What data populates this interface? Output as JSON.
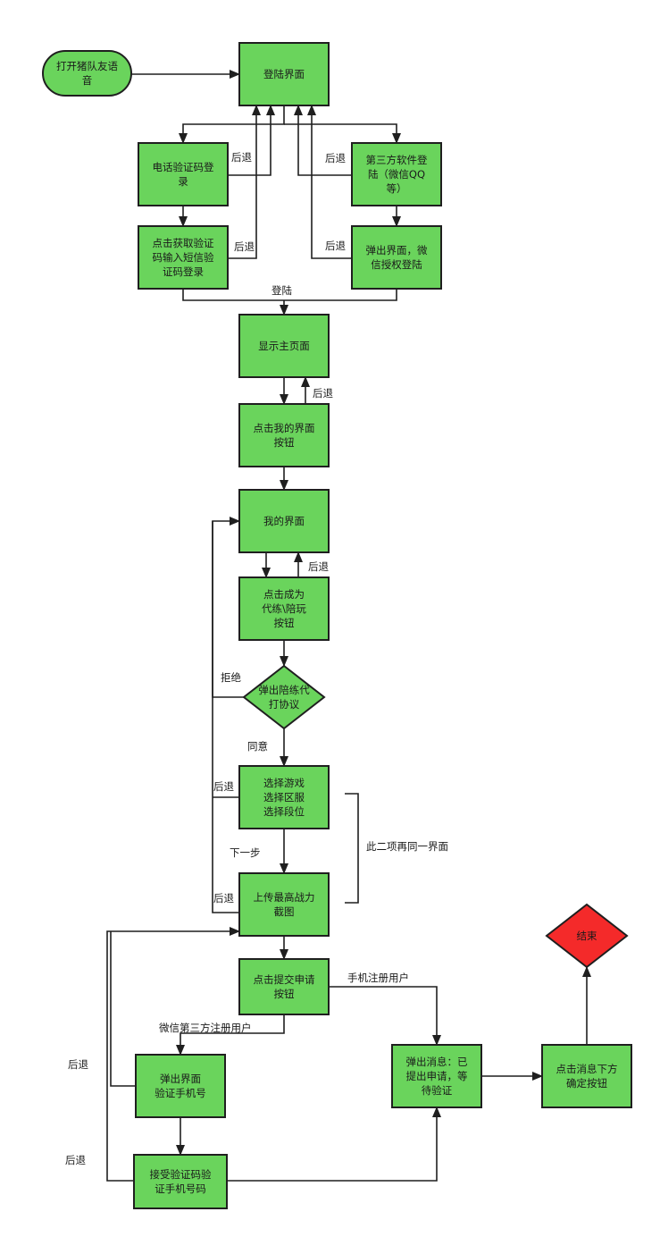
{
  "colors": {
    "node_fill": "#6ad45c",
    "end_fill": "#f42a2a",
    "stroke": "#1f1f1f"
  },
  "nodes": {
    "start": [
      "打开猪队友语",
      "音"
    ],
    "login_screen": [
      "登陆界面"
    ],
    "phone_login": [
      "电话验证码登",
      "录"
    ],
    "third_party": [
      "第三方软件登",
      "陆（微信QQ",
      "等）"
    ],
    "get_code": [
      "点击获取验证",
      "码输入短信验",
      "证码登录"
    ],
    "wechat_auth": [
      "弹出界面，微",
      "信授权登陆"
    ],
    "home": [
      "显示主页面"
    ],
    "click_my": [
      "点击我的界面",
      "按钮"
    ],
    "my_screen": [
      "我的界面"
    ],
    "click_become": [
      "点击成为",
      "代练\\陪玩",
      "按钮"
    ],
    "agreement": [
      "弹出陪练代",
      "打协议"
    ],
    "select_game": [
      "选择游戏",
      "选择区服",
      "选择段位"
    ],
    "upload": [
      "上传最高战力",
      "截图"
    ],
    "submit": [
      "点击提交申请",
      "按钮"
    ],
    "verify_phone": [
      "弹出界面",
      "验证手机号"
    ],
    "receive_code": [
      "接受验证码验",
      "证手机号码"
    ],
    "pending": [
      "弹出消息：已",
      "提出申请，等",
      "待验证"
    ],
    "confirm": [
      "点击消息下方",
      "确定按钮"
    ],
    "end": [
      "结束"
    ]
  },
  "labels": {
    "back": "后退",
    "login": "登陆",
    "reject": "拒绝",
    "agree": "同意",
    "next_step": "下一步",
    "same_screen": "此二项再同一界面",
    "phone_register": "手机注册用户",
    "wechat_register": "微信第三方注册用户"
  }
}
